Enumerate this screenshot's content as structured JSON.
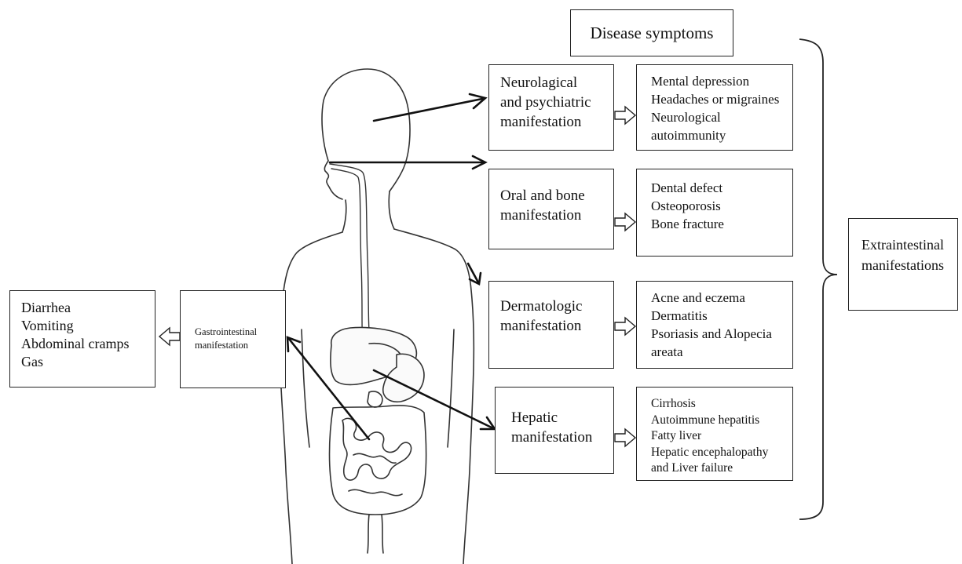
{
  "title": "Disease symptoms",
  "categories": [
    {
      "label_lines": [
        "Neurolagical",
        "and psychiatric",
        "manifestation"
      ]
    },
    {
      "label_lines": [
        "Oral and bone",
        "manifestation"
      ]
    },
    {
      "label_lines": [
        "Dermatologic",
        "manifestation"
      ]
    },
    {
      "label_lines": [
        "Hepatic",
        "manifestation"
      ]
    }
  ],
  "symptoms": [
    {
      "lines": [
        "Mental depression",
        "Headaches or migraines",
        "Neurological",
        "autoimmunity"
      ]
    },
    {
      "lines": [
        "Dental defect",
        "Osteoporosis",
        "Bone fracture"
      ]
    },
    {
      "lines": [
        "Acne and eczema",
        "Dermatitis",
        "Psoriasis and Alopecia",
        "areata"
      ]
    },
    {
      "lines": [
        "Cirrhosis",
        "Autoimmune hepatitis",
        "Fatty liver",
        "Hepatic encephalopathy",
        "and Liver failure"
      ]
    }
  ],
  "extraintestinal": {
    "label_lines": [
      "Extraintestinal",
      "manifestations"
    ]
  },
  "gastrointestinal": {
    "label_lines": [
      "Gastrointestinal",
      "manifestation"
    ],
    "symptoms": [
      "Diarrhea",
      "Vomiting",
      "Abdominal cramps",
      "Gas"
    ]
  },
  "colors": {
    "stroke": "#222222",
    "background": "#ffffff"
  }
}
